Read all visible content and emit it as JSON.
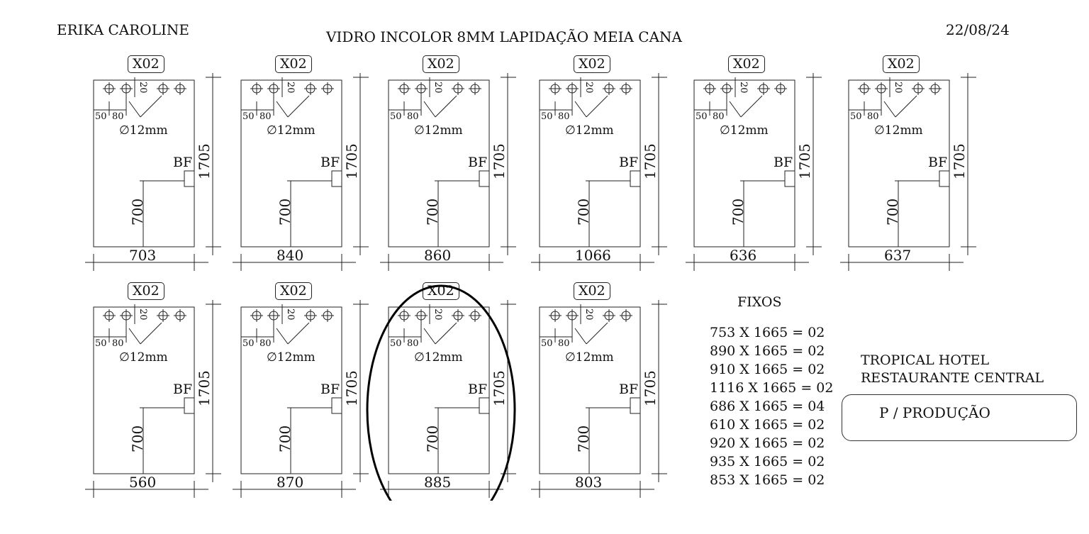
{
  "header": {
    "customer": "ERIKA CAROLINE",
    "material": "VIDRO INCOLOR 8MM  LAPIDAÇÃO MEIA CANA",
    "date": "22/08/24"
  },
  "panel_common": {
    "quantity_tag": "X02",
    "height": "1705",
    "hole_spacing_1": "50",
    "hole_spacing_2": "80",
    "hole_offset_top": "20",
    "hole_diameter": "∅12mm",
    "fitting_label": "BF",
    "fitting_height": "700"
  },
  "panels": [
    {
      "width": "703"
    },
    {
      "width": "840"
    },
    {
      "width": "860",
      "highlighted": false
    },
    {
      "width": "1066"
    },
    {
      "width": "636"
    },
    {
      "width": "637"
    },
    {
      "width": "560"
    },
    {
      "width": "870"
    },
    {
      "width": "885",
      "highlighted": true
    },
    {
      "width": "803"
    }
  ],
  "fixos": {
    "title": "FIXOS",
    "items": [
      "753 X 1665 = 02",
      "890 X 1665 = 02",
      "910 X 1665 = 02",
      "1116 X 1665 = 02",
      "686 X 1665 = 04",
      "610 X 1665 = 02",
      "920 X 1665 = 02",
      "935 X 1665 = 02",
      "853 X 1665 = 02"
    ]
  },
  "client": {
    "line1": "TROPICAL HOTEL",
    "line2": "RESTAURANTE CENTRAL"
  },
  "production": {
    "label": "P / PRODUÇÃO"
  },
  "colors": {
    "ink": "#111111",
    "highlight": "#000000"
  }
}
